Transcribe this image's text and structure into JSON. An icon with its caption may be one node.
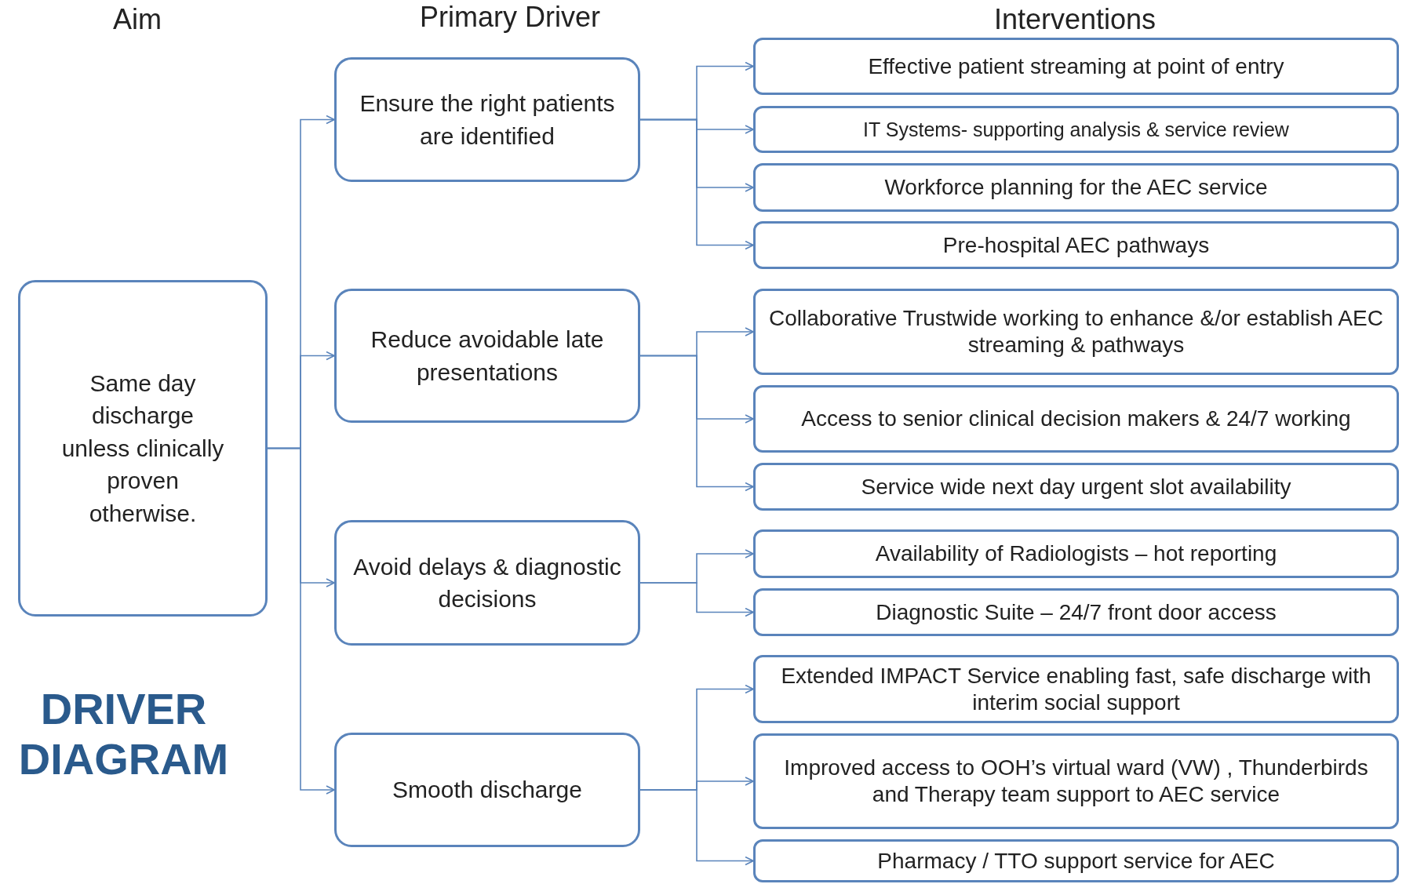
{
  "diagram": {
    "title": "DRIVER DIAGRAM",
    "nodes": [
      {
        "text": [
          "Same day discharge unless clinically proven otherwise."
        ]
      },
      {
        "text": [
          "Ensure the right patients are identified"
        ]
      },
      {
        "text": [
          "Reduce avoidable late presentations"
        ]
      },
      {
        "text": [
          "Avoid delays & diagnostic decisions"
        ]
      },
      {
        "text": [
          "Smooth discharge"
        ]
      },
      {
        "text": [
          "Effective patient streaming at point of entry"
        ]
      },
      {
        "text": [
          "IT Systems- supporting analysis & service review"
        ]
      },
      {
        "text": [
          "Workforce planning for the AEC service"
        ]
      },
      {
        "text": [
          "Pre-hospital AEC pathways"
        ]
      },
      {
        "text": [
          "Collaborative Trustwide working to enhance &/or establish AEC streaming & pathways"
        ]
      },
      {
        "text": [
          "Access to senior clinical decision makers & 24/7 working"
        ]
      },
      {
        "text": [
          "Service wide next day urgent slot availability"
        ]
      },
      {
        "text": [
          "Availability of Radiologists – hot reporting"
        ]
      },
      {
        "text": [
          "Diagnostic Suite – 24/7 front door access"
        ]
      },
      {
        "text": [
          "Extended IMPACT Service enabling fast, safe discharge with interim social support"
        ]
      },
      {
        "text": [
          "Improved access to OOH’s virtual ward (VW) , Thunderbirds and Therapy team support to AEC service"
        ]
      },
      {
        "text": [
          "Pharmacy / TTO support service for AEC"
        ]
      }
    ],
    "edges": [
      {
        "from": 0,
        "to": 1,
        "arrow": "to"
      },
      {
        "from": 0,
        "to": 2,
        "arrow": "to"
      },
      {
        "from": 0,
        "to": 3,
        "arrow": "to"
      },
      {
        "from": 0,
        "to": 4,
        "arrow": "to"
      },
      {
        "from": 1,
        "to": 5,
        "arrow": "to"
      },
      {
        "from": 1,
        "to": 6,
        "arrow": "to"
      },
      {
        "from": 1,
        "to": 7,
        "arrow": "to"
      },
      {
        "from": 1,
        "to": 8,
        "arrow": "to"
      },
      {
        "from": 2,
        "to": 9,
        "arrow": "to"
      },
      {
        "from": 2,
        "to": 10,
        "arrow": "to"
      },
      {
        "from": 2,
        "to": 11,
        "arrow": "to"
      },
      {
        "from": 3,
        "to": 12,
        "arrow": "to"
      },
      {
        "from": 3,
        "to": 13,
        "arrow": "to"
      },
      {
        "from": 4,
        "to": 14,
        "arrow": "to"
      },
      {
        "from": 4,
        "to": 15,
        "arrow": "to"
      },
      {
        "from": 4,
        "to": 16,
        "arrow": "to"
      }
    ],
    "labels": [
      "Aim",
      "Primary Driver",
      "Interventions"
    ]
  }
}
